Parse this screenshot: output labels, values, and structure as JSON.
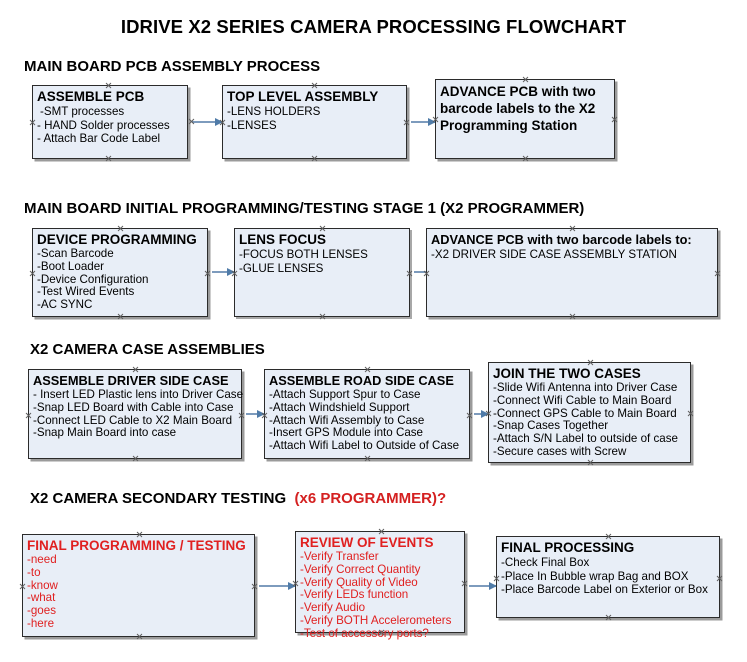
{
  "document": {
    "title": "IDRIVE X2  SERIES CAMERA PROCESSING FLOWCHART"
  },
  "sections": [
    {
      "id": "main-board-pcb-assembly",
      "heading": "MAIN BOARD PCB ASSEMBLY PROCESS",
      "heading_accent": "",
      "nodes": [
        {
          "id": "assemble-pcb",
          "title": "ASSEMBLE PCB",
          "lines": [
            "-SMT processes",
            "- HAND Solder processes",
            "- Attach Bar Code Label"
          ]
        },
        {
          "id": "top-level-assembly",
          "title": "TOP LEVEL ASSEMBLY",
          "lines": [
            "-LENS HOLDERS",
            "-LENSES"
          ]
        },
        {
          "id": "advance-pcb-to-x2-programming-station",
          "title": "ADVANCE PCB with two barcode labels to the  X2 Programming Station",
          "lines": []
        }
      ]
    },
    {
      "id": "main-board-initial-programming",
      "heading": "MAIN BOARD INITIAL PROGRAMMING/TESTING STAGE 1 (X2 PROGRAMMER)",
      "heading_accent": "",
      "nodes": [
        {
          "id": "device-programming",
          "title": "DEVICE PROGRAMMING",
          "lines": [
            "-Scan Barcode",
            "-Boot Loader",
            "-Device Configuration",
            "-Test Wired Events",
            "-AC SYNC"
          ]
        },
        {
          "id": "lens-focus",
          "title": "LENS FOCUS",
          "lines": [
            "-FOCUS BOTH LENSES",
            "-GLUE LENSES"
          ]
        },
        {
          "id": "advance-pcb-to-driver-side-case-assembly",
          "title": "ADVANCE PCB with two barcode labels to:",
          "lines": [
            "-X2 DRIVER  SIDE  CASE  ASSEMBLY STATION"
          ]
        }
      ]
    },
    {
      "id": "x2-camera-case-assemblies",
      "heading": "X2 CAMERA CASE ASSEMBLIES",
      "heading_accent": "",
      "nodes": [
        {
          "id": "assemble-driver-side-case",
          "title": "ASSEMBLE DRIVER SIDE CASE",
          "lines": [
            "- Insert LED Plastic lens into Driver Case",
            "-Snap LED Board with Cable into Case",
            "-Connect LED Cable to X2 Main Board",
            "-Snap Main Board into case"
          ]
        },
        {
          "id": "assemble-road-side-case",
          "title": "ASSEMBLE ROAD SIDE CASE",
          "lines": [
            "-Attach Support Spur to Case",
            "-Attach Windshield Support",
            "-Attach Wifi Assembly to Case",
            "-Insert GPS Module into Case",
            "-Attach Wifi Label to Outside of Case"
          ]
        },
        {
          "id": "join-the-two-cases",
          "title": "JOIN THE TWO CASES",
          "lines": [
            "-Slide Wifi Antenna into Driver Case",
            "-Connect Wifi Cable to Main Board",
            "-Connect GPS Cable to Main Board",
            "-Snap Cases Together",
            "-Attach S/N Label to outside of case",
            "-Secure cases with Screw"
          ]
        }
      ]
    },
    {
      "id": "x2-camera-secondary-testing",
      "heading": "X2 CAMERA SECONDARY TESTING",
      "heading_accent": "(x6 PROGRAMMER)?",
      "nodes": [
        {
          "id": "final-programming-testing",
          "title": "FINAL PROGRAMMING / TESTING",
          "lines": [
            "-need",
            "-to",
            "-know",
            "-what",
            "-goes",
            "-here"
          ]
        },
        {
          "id": "review-of-events",
          "title": "REVIEW OF EVENTS",
          "lines": [
            "-Verify Transfer",
            "-Verify Correct Quantity",
            "-Verify Quality of Video",
            "-Verify LEDs function",
            "-Verify Audio",
            "-Verify BOTH Accelerometers",
            "-Test of accessory ports?"
          ]
        },
        {
          "id": "final-processing",
          "title": "FINAL PROCESSING",
          "lines": [
            " -Check Final Box",
            "-Place In Bubble wrap Bag and BOX",
            "-Place Barcode Label on Exterior or Box"
          ]
        }
      ]
    }
  ],
  "colors": {
    "node_fill": "#e8eef7",
    "node_border": "#2b2b2b",
    "accent_red": "#e02020",
    "connector": "#7d9bbd"
  }
}
